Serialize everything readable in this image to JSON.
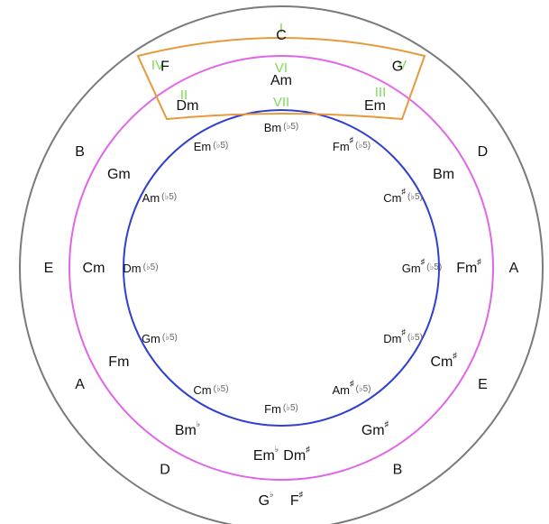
{
  "colors": {
    "outer_ring": "#7a7a7a",
    "middle_ring": "#e065e8",
    "inner_ring": "#2f3fd1",
    "highlight": "#e69a3c",
    "roman": "#7ed957",
    "text": "#111111"
  },
  "roman_numerals": [
    "I",
    "IV",
    "V",
    "VI",
    "II",
    "III",
    "VII"
  ],
  "dim_suffix": "(♭5)",
  "major_keys": [
    {
      "label": "C"
    },
    {
      "label": "G"
    },
    {
      "label": "D"
    },
    {
      "label": "A"
    },
    {
      "label": "E"
    },
    {
      "label": "B"
    },
    {
      "label": "G",
      "acc": "♭",
      "label2": "F",
      "acc2": "♯"
    },
    {
      "label": "D"
    },
    {
      "label": "A"
    },
    {
      "label": "E"
    },
    {
      "label": "B"
    },
    {
      "label": "F"
    }
  ],
  "minor_keys": [
    {
      "label": "Am"
    },
    {
      "label": "Em"
    },
    {
      "label": "Bm"
    },
    {
      "label": "Fm",
      "acc": "♯"
    },
    {
      "label": "Cm",
      "acc": "♯"
    },
    {
      "label": "Gm",
      "acc": "♯"
    },
    {
      "label": "Em",
      "acc": "♭",
      "label2": "Dm",
      "acc2": "♯"
    },
    {
      "label": "Bm",
      "acc": "♭"
    },
    {
      "label": "Fm"
    },
    {
      "label": "Cm"
    },
    {
      "label": "Gm"
    },
    {
      "label": "Dm"
    }
  ],
  "dim_keys": [
    {
      "label": "Bm"
    },
    {
      "label": "Fm",
      "acc": "♯"
    },
    {
      "label": "Cm",
      "acc": "♯"
    },
    {
      "label": "Gm",
      "acc": "♯"
    },
    {
      "label": "Dm",
      "acc": "♯"
    },
    {
      "label": "Am",
      "acc": "♯"
    },
    {
      "label": "Fm"
    },
    {
      "label": "Cm"
    },
    {
      "label": "Gm"
    },
    {
      "label": "Dm"
    },
    {
      "label": "Am"
    },
    {
      "label": "Em"
    }
  ]
}
